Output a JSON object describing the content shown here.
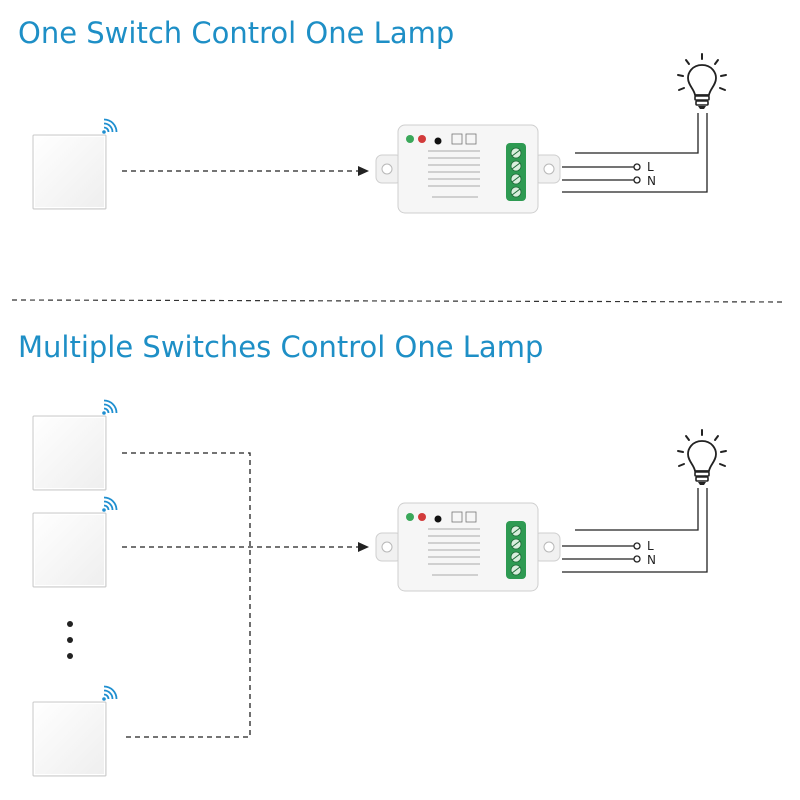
{
  "sections": [
    {
      "title": "One Switch Control One Lamp",
      "switch_count": 1,
      "ellipsis": false,
      "line_label": "L",
      "neutral_label": "N"
    },
    {
      "title": "Multiple Switches Control One Lamp",
      "switch_count": 3,
      "ellipsis": true,
      "line_label": "L",
      "neutral_label": "N"
    }
  ],
  "colors": {
    "title": "#1e8fc6",
    "wireless_signal": "#1f8fd0",
    "switch_panel": "#f5f5f5",
    "line": "#222222",
    "controller_body": "#f4f4f4",
    "terminal": "#2e9a52"
  },
  "icons": [
    "wireless-switch-icon",
    "wifi-signal-icon",
    "receiver-controller-icon",
    "light-bulb-icon"
  ]
}
